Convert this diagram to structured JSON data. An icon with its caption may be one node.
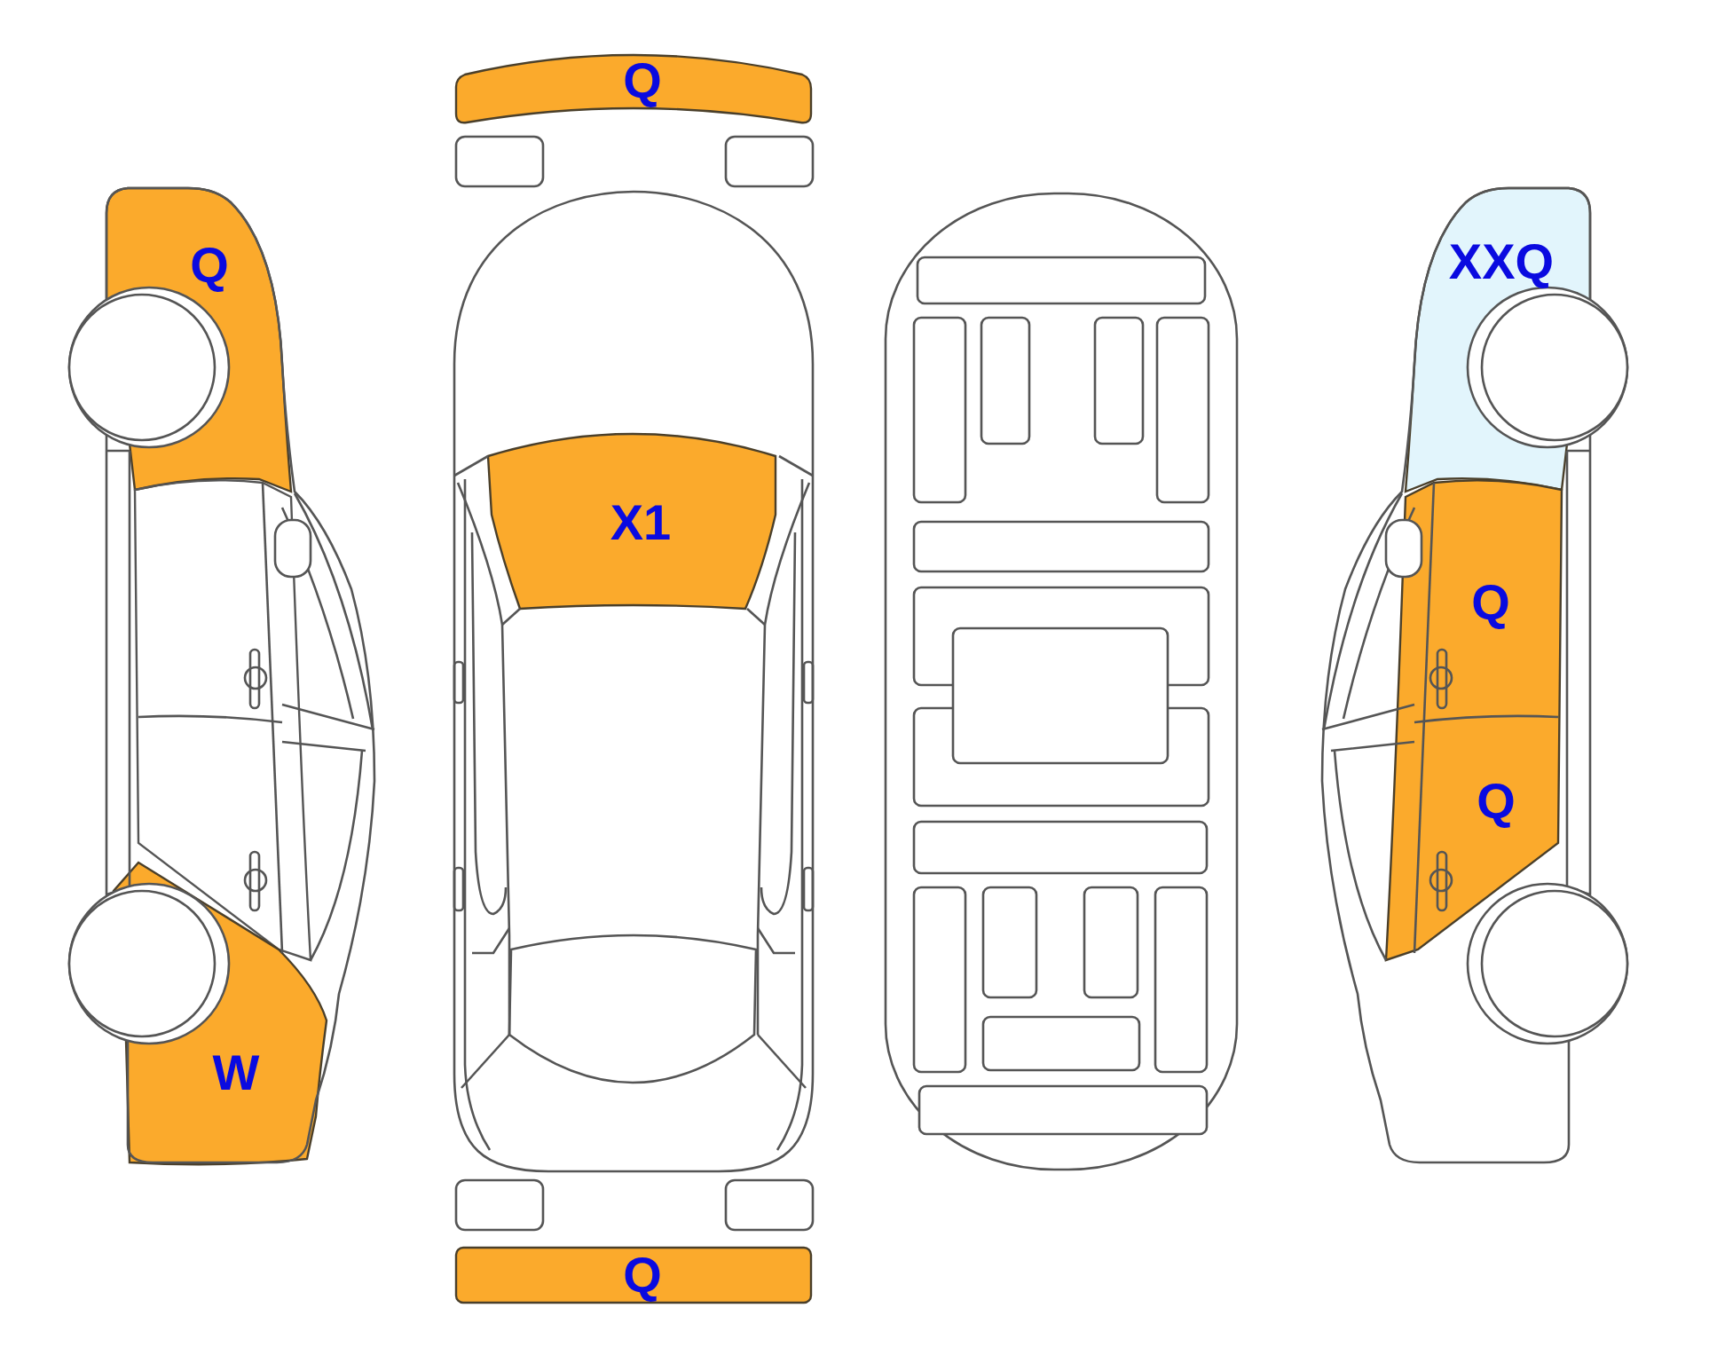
{
  "diagram": {
    "labels": [
      "Q",
      "Q",
      "XXQ",
      "X1",
      "Q",
      "Q",
      "W",
      "Q"
    ]
  }
}
